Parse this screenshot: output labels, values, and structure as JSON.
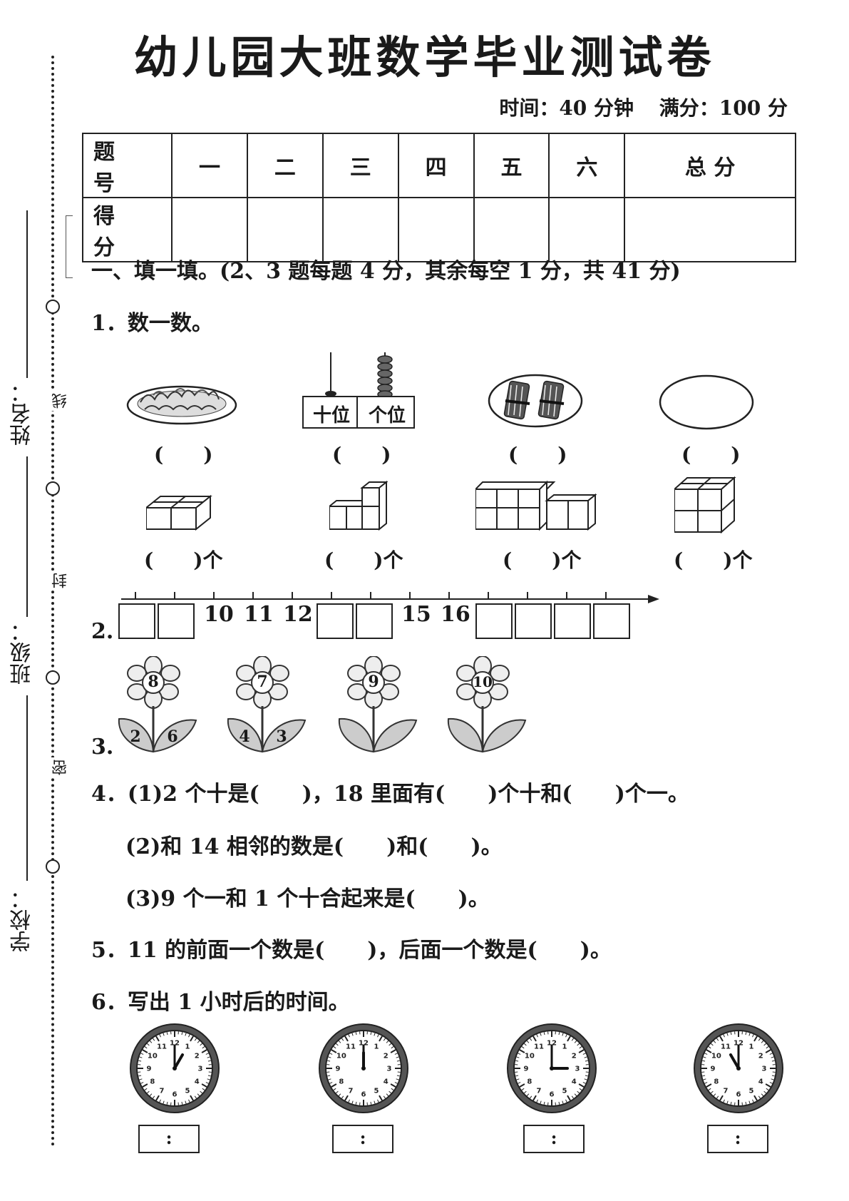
{
  "title": "幼儿园大班数学毕业测试卷",
  "meta": {
    "time": "时间：40 分钟",
    "full_score": "满分：100 分"
  },
  "score_table": {
    "row1_label": "题号",
    "columns": [
      "一",
      "二",
      "三",
      "四",
      "五",
      "六",
      "总 分"
    ],
    "row2_label": "得分"
  },
  "margin": {
    "name_label": "姓名：",
    "class_label": "班级：",
    "school_label": "学校：",
    "words": [
      "线",
      "封",
      "密"
    ]
  },
  "section1": {
    "heading": "一、填一填。(2、3 题每题 4 分，其余每空 1 分，共 41 分)"
  },
  "q1": {
    "label": "1．数一数。",
    "abacus_tens": "十位",
    "abacus_ones": "个位",
    "paren": "(　　)",
    "paren_ge": "(　　)个"
  },
  "q2": {
    "label": "2.",
    "numbers": [
      "10",
      "11",
      "12",
      "15",
      "16"
    ]
  },
  "q3": {
    "label": "3.",
    "flowers": [
      {
        "top": "8",
        "left": "2",
        "right": "6"
      },
      {
        "top": "7",
        "left": "4",
        "right": "3"
      },
      {
        "top": "9",
        "left": "",
        "right": ""
      },
      {
        "top": "10",
        "left": "",
        "right": ""
      }
    ]
  },
  "q4": {
    "line1": "4．(1)2 个十是(　　)，18 里面有(　　)个十和(　　)个一。",
    "line2": "(2)和 14 相邻的数是(　　)和(　　)。",
    "line3": "(3)9 个一和 1 个十合起来是(　　)。"
  },
  "q5": {
    "text": "5．11 的前面一个数是(　　)，后面一个数是(　　)。"
  },
  "q6": {
    "label": "6．写出 1 小时后的时间。",
    "colon": ":"
  },
  "clocks": [
    {
      "hour": 1,
      "minute": 0
    },
    {
      "hour": 12,
      "minute": 0
    },
    {
      "hour": 3,
      "minute": 0
    },
    {
      "hour": 11,
      "minute": 0
    }
  ]
}
